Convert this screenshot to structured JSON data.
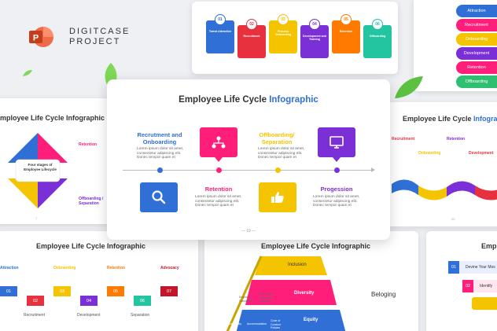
{
  "brand": {
    "line1": "DIGITCASE",
    "line2": "PROJECT"
  },
  "colors": {
    "blue": "#2f6fd6",
    "pink": "#ff1f7a",
    "yellow": "#f5c400",
    "purple": "#7b2fd6",
    "orange": "#ff7a00",
    "teal": "#23c4a0",
    "red": "#e8313e",
    "green": "#2fbf71"
  },
  "title_part1": "Employee Life Cycle ",
  "title_part2": "Infographic",
  "top_slide": {
    "cards": [
      {
        "num": "01",
        "label": "Talent Attraction"
      },
      {
        "num": "02",
        "label": "Recruitment"
      },
      {
        "num": "03",
        "label": "Process Onboarding"
      },
      {
        "num": "04",
        "label": "Development and Training"
      },
      {
        "num": "05",
        "label": "Retention"
      },
      {
        "num": "06",
        "label": "Offboarding"
      }
    ]
  },
  "right_tabs": [
    "Attraction",
    "Recruitment",
    "Onboarding",
    "Development",
    "Retention",
    "Offboarding"
  ],
  "left_slide": {
    "center_text": "Four stages of Employee Lifecycle",
    "labels": [
      "Retention",
      "Offboarding / Separation"
    ],
    "page": "7"
  },
  "center_slide": {
    "items": [
      {
        "label": "Recrutment and Onboarding",
        "text": "Lorem ipsum dolor sit amet, consectetur adipiscing elit. Donec tempor quam et"
      },
      {
        "label": "Offboarding/ Separation",
        "text": "Lorem ipsum dolor sit amet, consectetur adipiscing elit. Donec tempor quam et"
      },
      {
        "label": "Retention",
        "text": "Lorem ipsum dolor sit amet, consectetur adipiscing elit. Donec tempor quam et"
      },
      {
        "label": "Progession",
        "text": "Lorem ipsum dolor sit amet, consectetur adipiscing elit. Donec tempor quam et"
      }
    ],
    "page": "19"
  },
  "right_slide": {
    "labels": [
      "Recruitment",
      "Retention",
      "Onboarding",
      "Development"
    ],
    "page": "20"
  },
  "bottom_left": {
    "top_labels": [
      "Attraction",
      "Onboarding",
      "Retention",
      "Advocacy"
    ],
    "bottom_labels": [
      "Recruitment",
      "Development",
      "Separation"
    ],
    "nums": [
      "01",
      "02",
      "03",
      "04",
      "05",
      "06",
      "07"
    ]
  },
  "bottom_center": {
    "tiers": [
      "Inclusion",
      "Diversity",
      "Equity"
    ],
    "side_label": "Beloging",
    "sub": [
      "Employee Satisfaction",
      "Accessibility",
      "Accommodation",
      "Code of Conduct Policies",
      "Pay Equity, Diversity & Inclusion"
    ]
  },
  "bottom_right": {
    "title": "Emp",
    "items": [
      {
        "num": "01",
        "label": "Devine Your Mos"
      },
      {
        "num": "02",
        "label": "Identify"
      }
    ]
  }
}
